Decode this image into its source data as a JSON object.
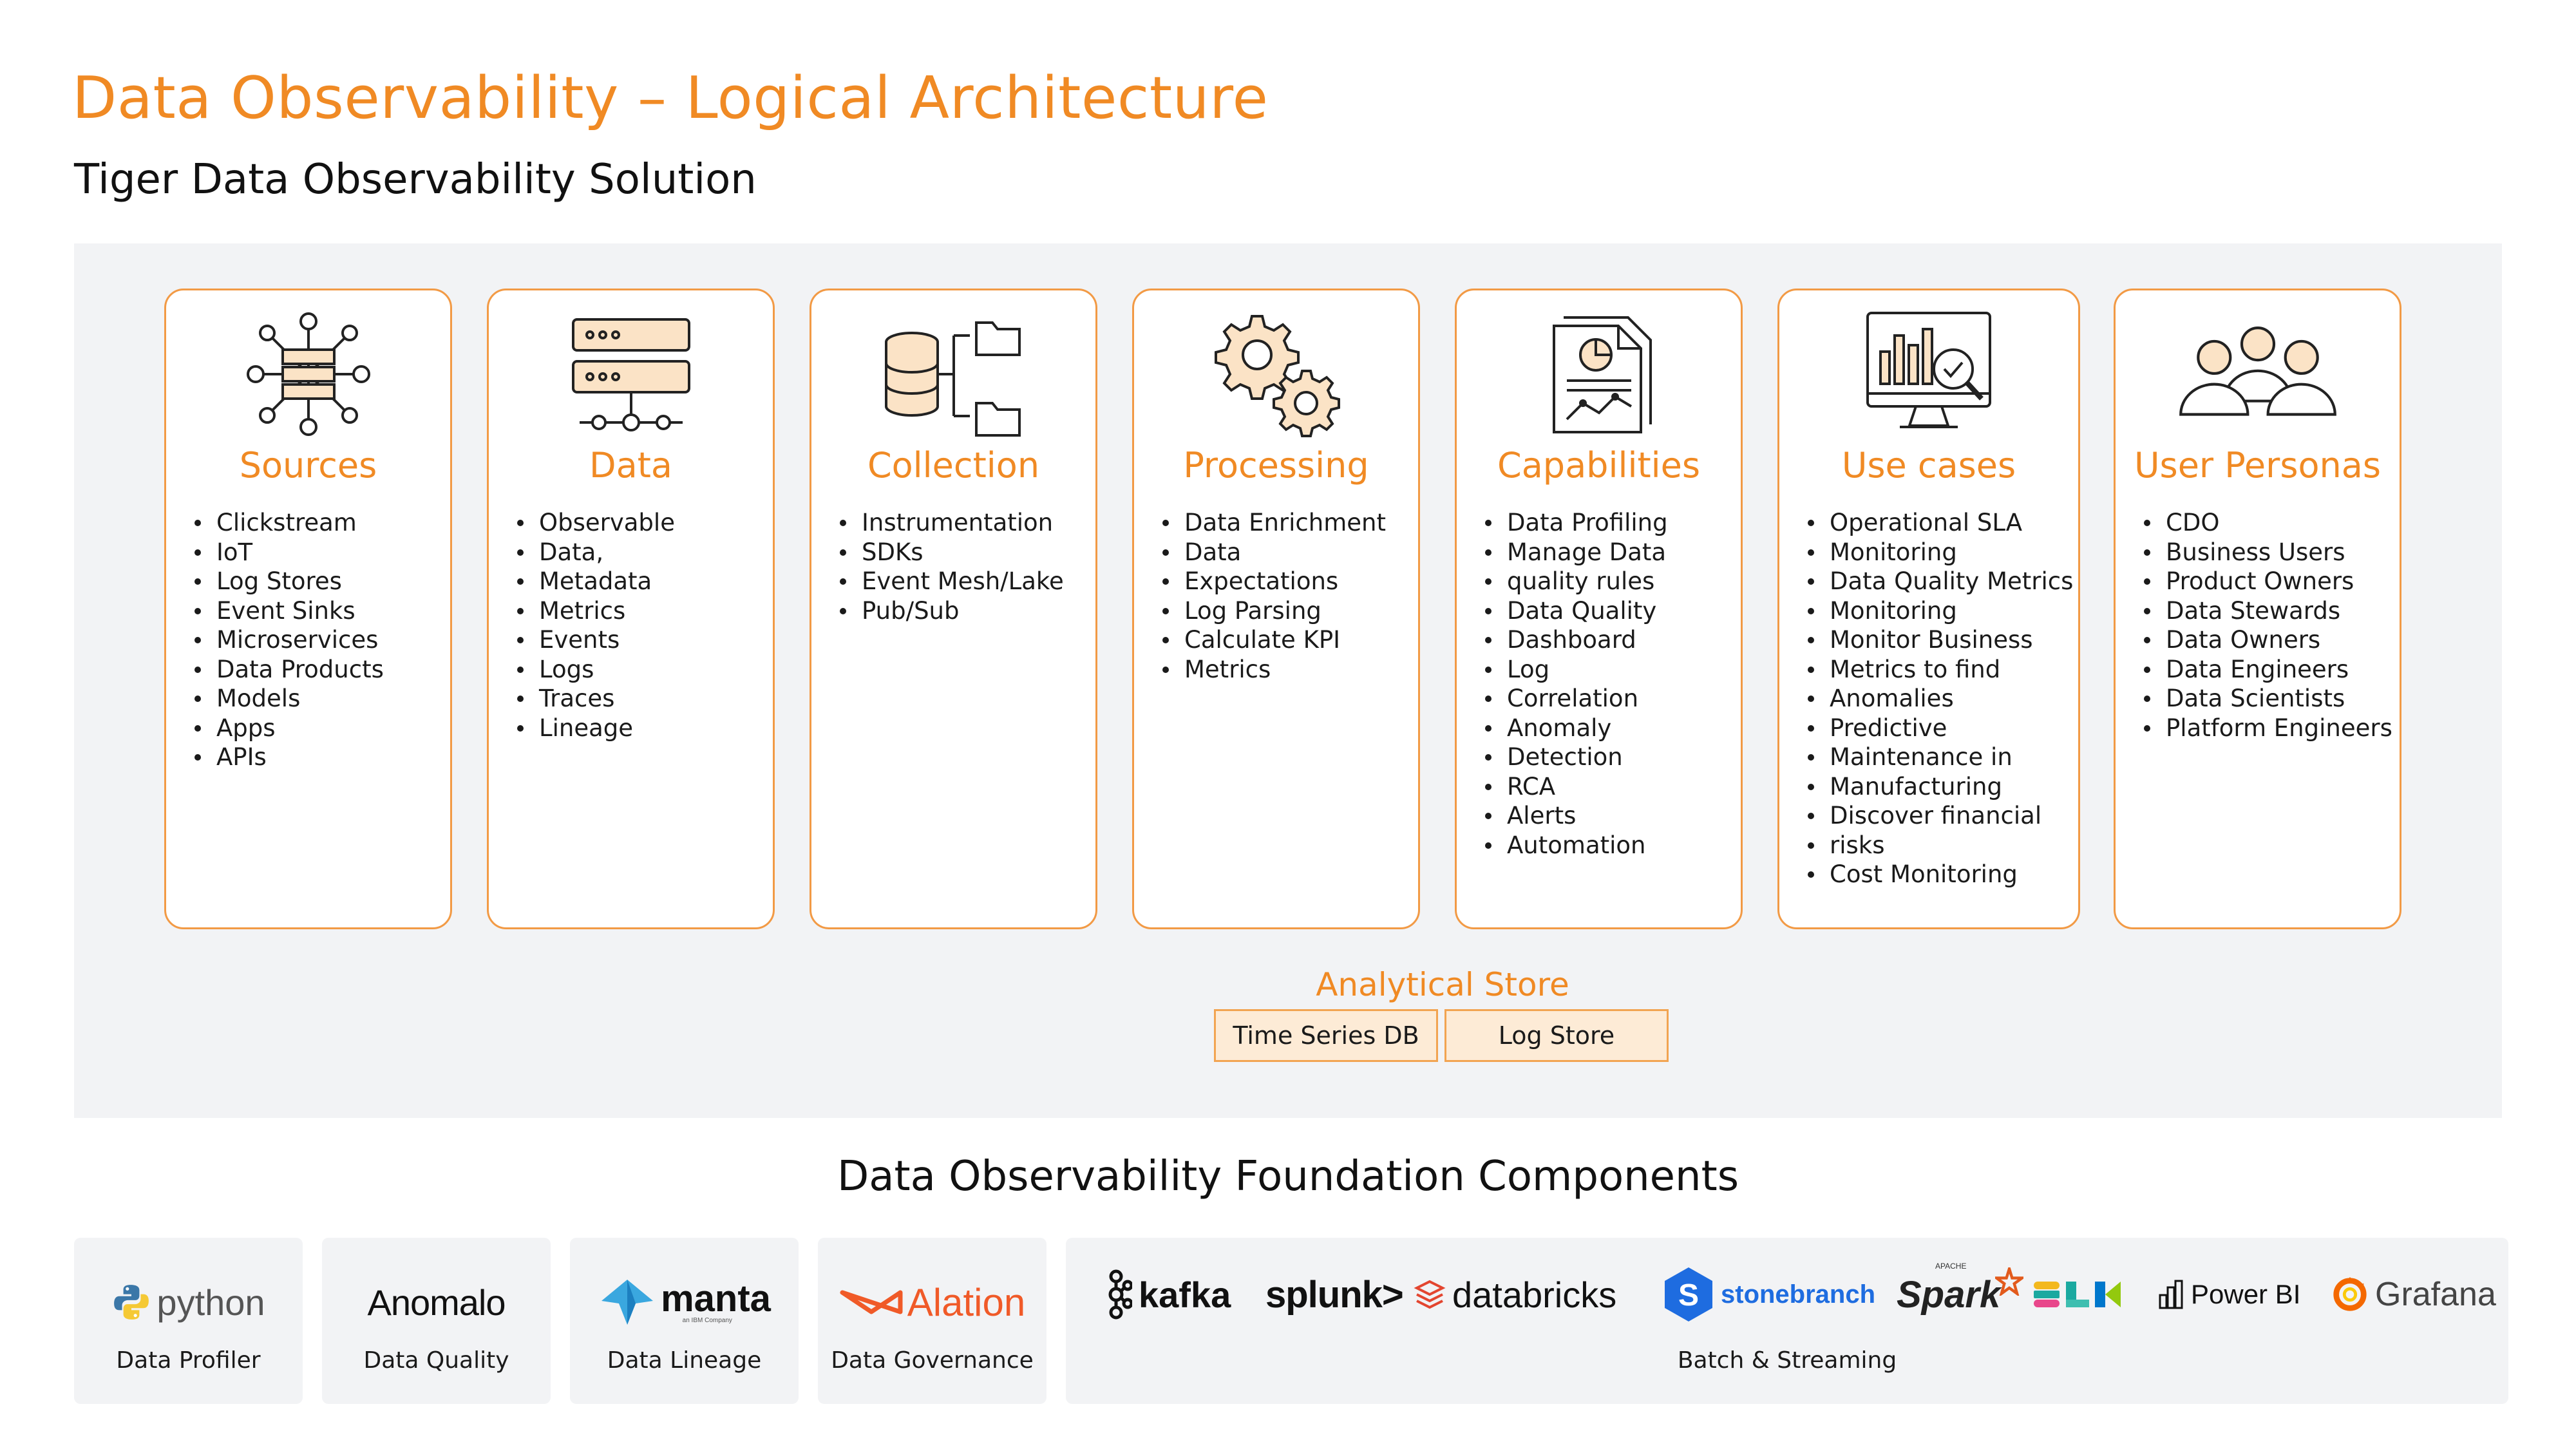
{
  "header": {
    "title": "Data Observability – Logical Architecture",
    "subtitle": "Tiger Data Observability Solution"
  },
  "cards": [
    {
      "title": "Sources",
      "icon": "network-hub-icon",
      "items": [
        "Clickstream",
        "IoT",
        "Log Stores",
        "Event Sinks",
        "Microservices",
        "Data Products",
        "Models",
        "Apps",
        "APIs"
      ]
    },
    {
      "title": "Data",
      "icon": "server-icon",
      "items": [
        "Observable",
        "Data,",
        "Metadata",
        "Metrics",
        "Events",
        "Logs",
        "Traces",
        "Lineage"
      ]
    },
    {
      "title": "Collection",
      "icon": "database-folders-icon",
      "items": [
        "Instrumentation",
        "SDKs",
        "Event Mesh/Lake",
        "Pub/Sub"
      ]
    },
    {
      "title": "Processing",
      "icon": "gears-icon",
      "items": [
        "Data Enrichment",
        "Data",
        "Expectations",
        "Log Parsing",
        "Calculate KPI",
        "Metrics"
      ]
    },
    {
      "title": "Capabilities",
      "icon": "report-document-icon",
      "items": [
        "Data Profiling",
        "Manage Data",
        "quality rules",
        "Data Quality",
        "Dashboard",
        "Log",
        "Correlation",
        "Anomaly",
        "Detection",
        "RCA",
        "Alerts",
        "Automation"
      ]
    },
    {
      "title": "Use cases",
      "icon": "monitor-analytics-icon",
      "items": [
        "Operational SLA",
        "Monitoring",
        "Data Quality Metrics",
        "Monitoring",
        "Monitor Business",
        "Metrics to find",
        "Anomalies",
        "Predictive",
        "Maintenance in",
        "Manufacturing",
        "Discover financial",
        "risks",
        "Cost Monitoring"
      ]
    },
    {
      "title": "User Personas",
      "icon": "users-group-icon",
      "items": [
        "CDO",
        "Business Users",
        "Product Owners",
        "Data Stewards",
        "Data Owners",
        "Data Engineers",
        "Data Scientists",
        "Platform Engineers"
      ]
    }
  ],
  "analytical_store": {
    "title": "Analytical Store",
    "boxes": [
      "Time Series DB",
      "Log Store"
    ]
  },
  "foundation": {
    "title": "Data Observability Foundation Components",
    "tiles": [
      {
        "logo": "python",
        "label": "Data Profiler"
      },
      {
        "logo": "Anomalo",
        "label": "Data Quality"
      },
      {
        "logo": "manta",
        "logo_sub": "an IBM Company",
        "label": "Data Lineage"
      },
      {
        "logo": "Alation",
        "label": "Data Governance"
      },
      {
        "label": "Batch & Streaming"
      }
    ],
    "batch_logos": [
      {
        "name": "kafka",
        "icon": "kafka-icon"
      },
      {
        "name": "splunk>",
        "icon": "splunk-logo"
      },
      {
        "name": "databricks",
        "icon": "databricks-icon"
      },
      {
        "name": "stonebranch",
        "icon": "stonebranch-icon"
      },
      {
        "name": "Spark",
        "sup": "APACHE",
        "icon": "spark-icon"
      },
      {
        "name": "ELK",
        "icon": "elk-icon"
      },
      {
        "name": "Power BI",
        "icon": "powerbi-icon"
      },
      {
        "name": "Grafana",
        "icon": "grafana-icon"
      }
    ]
  },
  "colors": {
    "accent": "#F08A24",
    "card_border": "#F29A45",
    "panel": "#F2F3F5",
    "store_fill": "#FDEBD6"
  }
}
